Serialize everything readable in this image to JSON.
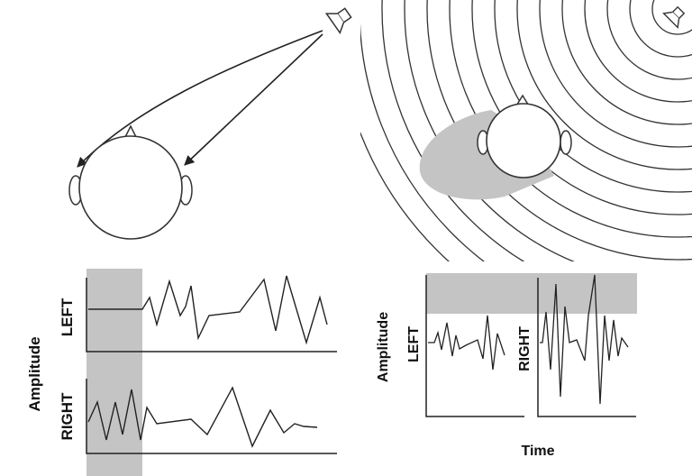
{
  "left_panel": {
    "y_axis_label": "Amplitude",
    "top_trace_label": "LEFT",
    "bottom_trace_label": "RIGHT"
  },
  "right_panel": {
    "y_axis_label": "Amplitude",
    "left_trace_label": "LEFT",
    "right_trace_label": "RIGHT",
    "x_axis_label": "Time"
  },
  "colors": {
    "shade": "#c4c4c4",
    "line": "#222222",
    "outline": "#333333"
  },
  "icons": [
    "speaker-icon",
    "head-icon",
    "sound-wave-icon",
    "acoustic-shadow-icon"
  ]
}
